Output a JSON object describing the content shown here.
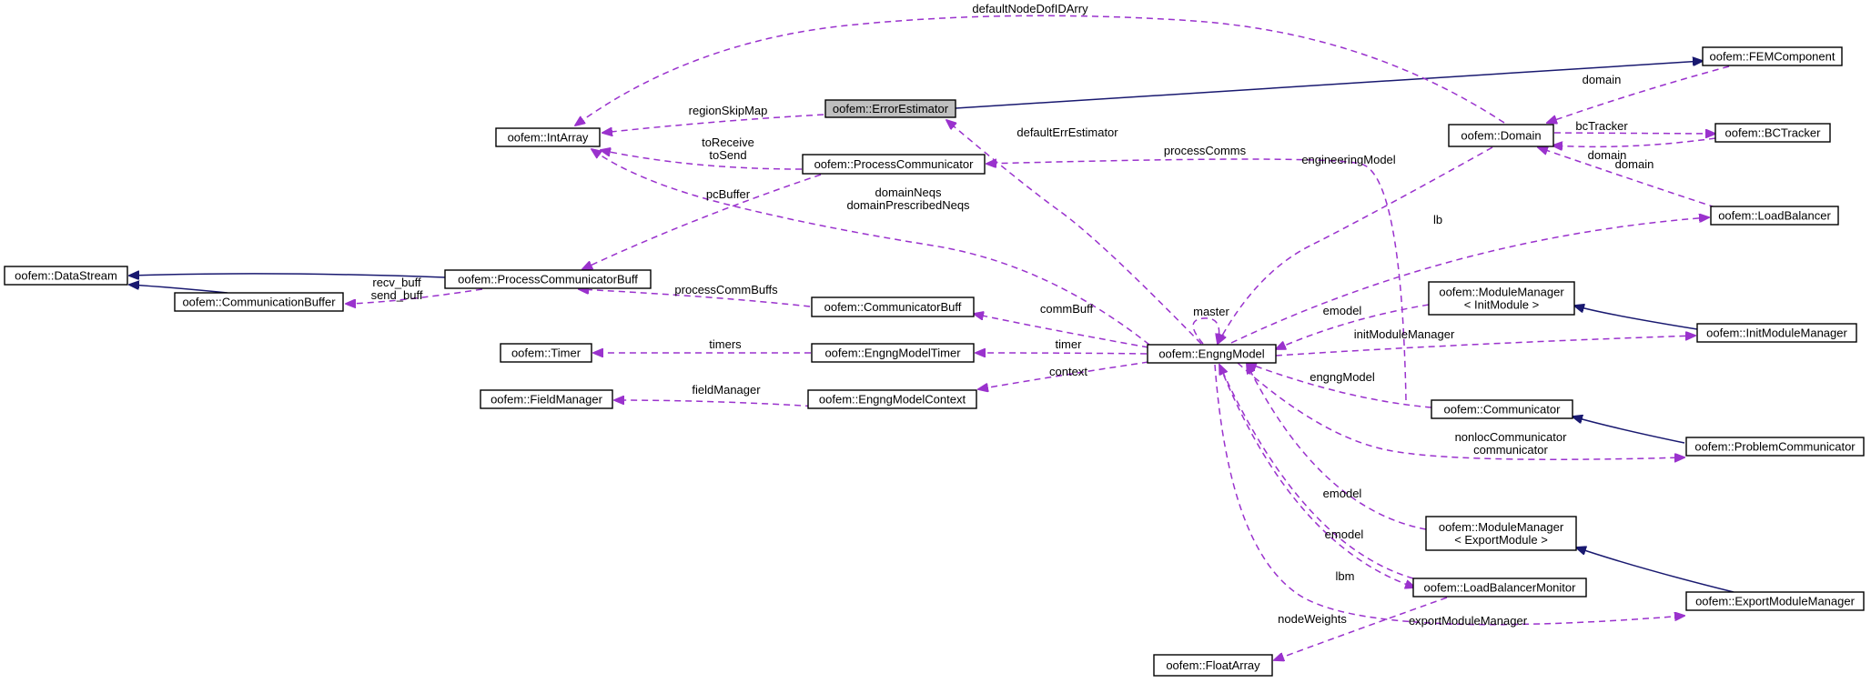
{
  "title": "",
  "colors": {
    "inherit_edge": "#191970",
    "usage_edge": "#9a32cd",
    "focus_fill": "#bfbfbf"
  },
  "nodes": [
    {
      "id": "errorestimator",
      "label": "oofem::ErrorEstimator",
      "focus": true
    },
    {
      "id": "intarray",
      "label": "oofem::IntArray"
    },
    {
      "id": "datastream",
      "label": "oofem::DataStream"
    },
    {
      "id": "communicationbuffer",
      "label": "oofem::CommunicationBuffer"
    },
    {
      "id": "processcommunicatorbuff",
      "label": "oofem::ProcessCommunicatorBuff"
    },
    {
      "id": "processcommunicator",
      "label": "oofem::ProcessCommunicator"
    },
    {
      "id": "communicatorbuff",
      "label": "oofem::CommunicatorBuff"
    },
    {
      "id": "timer",
      "label": "oofem::Timer"
    },
    {
      "id": "engngmodeltimer",
      "label": "oofem::EngngModelTimer"
    },
    {
      "id": "fieldmanager",
      "label": "oofem::FieldManager"
    },
    {
      "id": "engngmodelcontext",
      "label": "oofem::EngngModelContext"
    },
    {
      "id": "engngmodel",
      "label": "oofem::EngngModel"
    },
    {
      "id": "floatarray",
      "label": "oofem::FloatArray"
    },
    {
      "id": "domain",
      "label": "oofem::Domain"
    },
    {
      "id": "femcomponent",
      "label": "oofem::FEMComponent"
    },
    {
      "id": "bctracker",
      "label": "oofem::BCTracker"
    },
    {
      "id": "loadbalancer",
      "label": "oofem::LoadBalancer"
    },
    {
      "id": "mm_init",
      "label": "oofem::ModuleManager\n< InitModule >"
    },
    {
      "id": "initmodulemanager",
      "label": "oofem::InitModuleManager"
    },
    {
      "id": "communicator",
      "label": "oofem::Communicator"
    },
    {
      "id": "problemcommunicator",
      "label": "oofem::ProblemCommunicator"
    },
    {
      "id": "mm_export",
      "label": "oofem::ModuleManager\n< ExportModule >"
    },
    {
      "id": "loadbalancermonitor",
      "label": "oofem::LoadBalancerMonitor"
    },
    {
      "id": "exportmodulemanager",
      "label": "oofem::ExportModuleManager"
    }
  ],
  "edges": [
    {
      "from": "errorestimator",
      "to": "femcomponent",
      "kind": "inherit",
      "label": ""
    },
    {
      "from": "errorestimator",
      "to": "intarray",
      "kind": "use",
      "label": "regionSkipMap"
    },
    {
      "from": "domain",
      "to": "intarray",
      "kind": "use",
      "label": "defaultNodeDofIDArry"
    },
    {
      "from": "processcommunicator",
      "to": "intarray",
      "kind": "use",
      "label": "toReceive\ntoSend"
    },
    {
      "from": "engngmodel",
      "to": "intarray",
      "kind": "use",
      "label": "domainNeqs\ndomainPrescribedNeqs"
    },
    {
      "from": "processcommunicator",
      "to": "processcommunicatorbuff",
      "kind": "use",
      "label": "pcBuffer"
    },
    {
      "from": "processcommunicatorbuff",
      "to": "datastream",
      "kind": "inherit",
      "label": ""
    },
    {
      "from": "communicationbuffer",
      "to": "datastream",
      "kind": "inherit",
      "label": ""
    },
    {
      "from": "processcommunicatorbuff",
      "to": "communicationbuffer",
      "kind": "use",
      "label": "recv_buff\nsend_buff"
    },
    {
      "from": "communicatorbuff",
      "to": "processcommunicatorbuff",
      "kind": "use",
      "label": "processCommBuffs"
    },
    {
      "from": "engngmodel",
      "to": "communicatorbuff",
      "kind": "use",
      "label": "commBuff"
    },
    {
      "from": "engngmodeltimer",
      "to": "timer",
      "kind": "use",
      "label": "timers"
    },
    {
      "from": "engngmodel",
      "to": "engngmodeltimer",
      "kind": "use",
      "label": "timer"
    },
    {
      "from": "engngmodelcontext",
      "to": "fieldmanager",
      "kind": "use",
      "label": "fieldManager"
    },
    {
      "from": "engngmodel",
      "to": "engngmodelcontext",
      "kind": "use",
      "label": "context"
    },
    {
      "from": "engngmodel",
      "to": "errorestimator",
      "kind": "use",
      "label": "defaultErrEstimator"
    },
    {
      "from": "communicator",
      "to": "processcommunicator",
      "kind": "use",
      "label": "processComms"
    },
    {
      "from": "domain",
      "to": "engngmodel",
      "kind": "use",
      "label": "engineeringModel"
    },
    {
      "from": "engngmodel",
      "to": "engngmodel",
      "kind": "use",
      "label": "master"
    },
    {
      "from": "domain",
      "to": "femcomponent",
      "kind": "use",
      "label": "domain"
    },
    {
      "from": "bctracker",
      "to": "domain",
      "kind": "use",
      "label": "domain"
    },
    {
      "from": "domain",
      "to": "bctracker",
      "kind": "use",
      "label": "bcTracker"
    },
    {
      "from": "loadbalancer",
      "to": "domain",
      "kind": "use",
      "label": "domain"
    },
    {
      "from": "engngmodel",
      "to": "loadbalancer",
      "kind": "use",
      "label": "lb"
    },
    {
      "from": "mm_init",
      "to": "engngmodel",
      "kind": "use",
      "label": "emodel"
    },
    {
      "from": "initmodulemanager",
      "to": "mm_init",
      "kind": "inherit",
      "label": ""
    },
    {
      "from": "engngmodel",
      "to": "initmodulemanager",
      "kind": "use",
      "label": "initModuleManager"
    },
    {
      "from": "communicator",
      "to": "engngmodel",
      "kind": "use",
      "label": "engngModel"
    },
    {
      "from": "problemcommunicator",
      "to": "communicator",
      "kind": "inherit",
      "label": ""
    },
    {
      "from": "engngmodel",
      "to": "problemcommunicator",
      "kind": "use",
      "label": "nonlocCommunicator\ncommunicator"
    },
    {
      "from": "mm_export",
      "to": "engngmodel",
      "kind": "use",
      "label": "emodel"
    },
    {
      "from": "loadbalancermonitor",
      "to": "engngmodel",
      "kind": "use",
      "label": "emodel"
    },
    {
      "from": "engngmodel",
      "to": "loadbalancermonitor",
      "kind": "use",
      "label": "lbm"
    },
    {
      "from": "exportmodulemanager",
      "to": "mm_export",
      "kind": "inherit",
      "label": ""
    },
    {
      "from": "engngmodel",
      "to": "exportmodulemanager",
      "kind": "use",
      "label": "exportModuleManager"
    },
    {
      "from": "loadbalancermonitor",
      "to": "floatarray",
      "kind": "use",
      "label": "nodeWeights"
    }
  ]
}
